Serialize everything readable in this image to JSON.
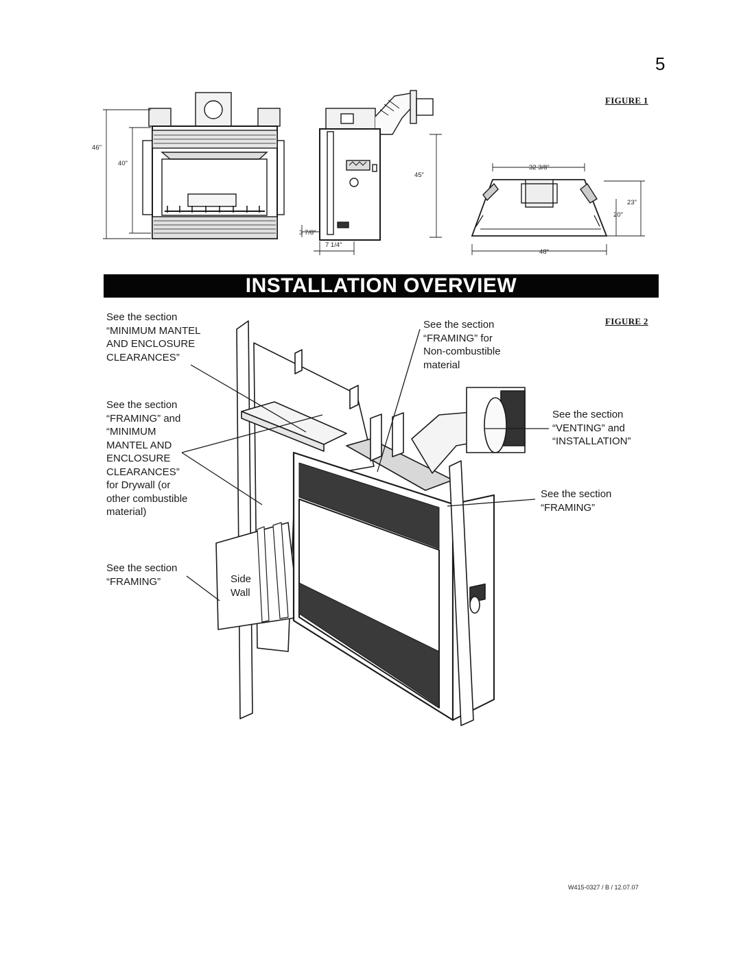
{
  "page": {
    "number": "5",
    "footer": "W415-0327 / B / 12.07.07"
  },
  "figure1": {
    "label": "FIGURE 1",
    "dimensions": {
      "front_total_height": "46\"",
      "front_opening_height": "40\"",
      "side_height": "45\"",
      "side_offset": "3 7/8\"",
      "side_depth": "7 1/4\"",
      "top_width": "32 3/8\"",
      "top_depth_outer": "23\"",
      "top_depth_inner": "20\"",
      "top_width_overall": "48\""
    }
  },
  "banner": {
    "title": "INSTALLATION OVERVIEW"
  },
  "figure2": {
    "label": "FIGURE 2",
    "callouts": {
      "mantel_clearances": "See the section\n“MINIMUM MANTEL\nAND ENCLOSURE\nCLEARANCES”",
      "framing_drywall": "See the section\n“FRAMING” and\n“MINIMUM\nMANTEL AND\nENCLOSURE\nCLEARANCES”\nfor Drywall (or\nother combustible\nmaterial)",
      "framing_side": "See the section\n“FRAMING”",
      "side_wall": "Side\nWall",
      "framing_noncombustible": "See the section\n“FRAMING” for\nNon-combustible\nmaterial",
      "venting_installation": "See the section\n“VENTING” and\n“INSTALLATION”",
      "framing_right": "See the section\n“FRAMING”"
    }
  }
}
